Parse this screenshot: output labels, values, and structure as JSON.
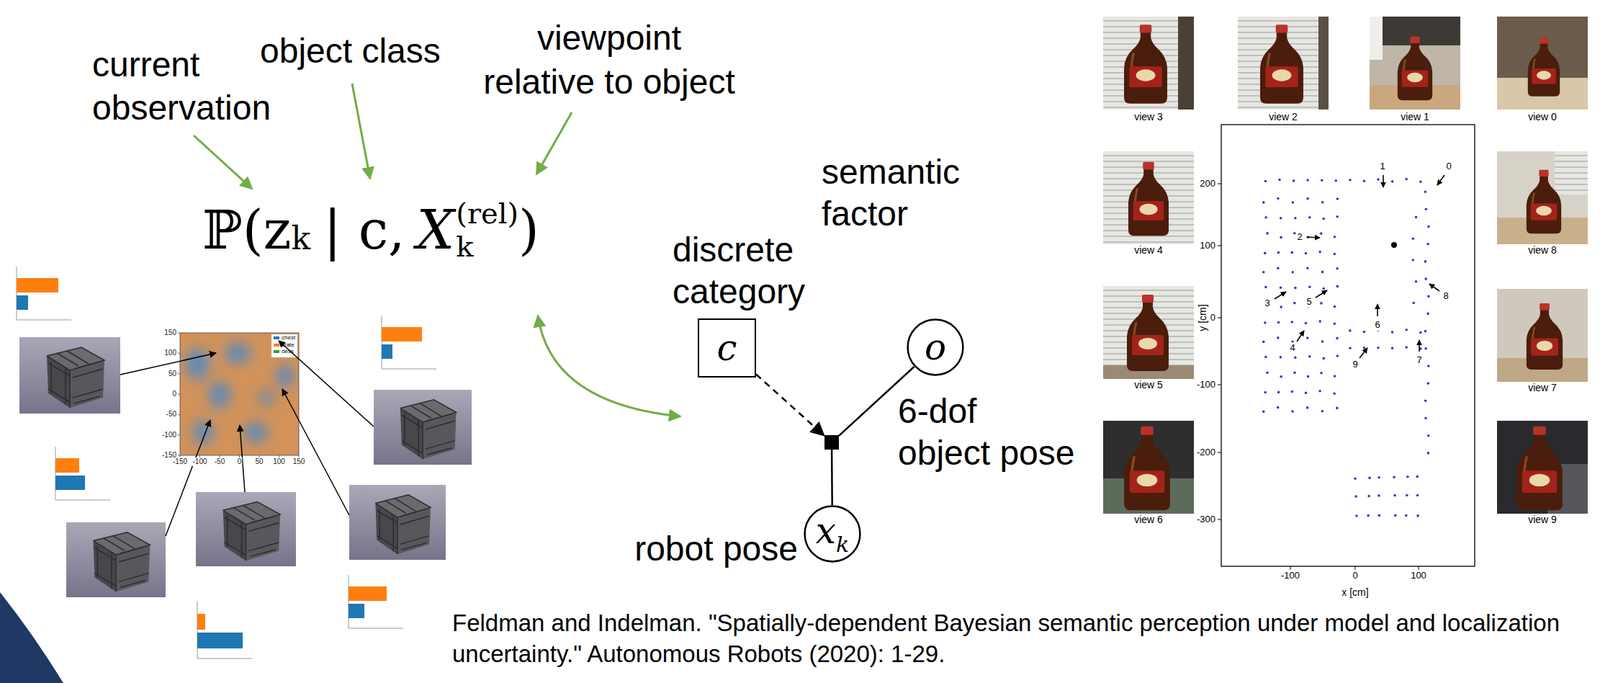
{
  "diagram": {
    "nodes": [
      {
        "text": [
          "discrete category",
          "c"
        ]
      },
      {
        "text": [
          "o",
          "6-dof object pose"
        ]
      },
      {
        "text": [
          "semantic factor"
        ]
      },
      {
        "text": [
          "robot pose",
          "x",
          "k"
        ]
      }
    ],
    "edges": [
      {
        "from": 0,
        "to": 2,
        "arrow": "to"
      },
      {
        "from": 1,
        "to": 2,
        "arrow": "none"
      },
      {
        "from": 2,
        "to": 3,
        "arrow": "none"
      }
    ],
    "labels": [
      "current observation",
      "object class",
      "viewpoint relative to object",
      "ℙ(z",
      "k",
      "| c,",
      "X",
      "(rel)",
      "k",
      ")",
      "150",
      "100",
      "50",
      "0",
      "-50",
      "-100",
      "-150",
      "-150",
      "-100",
      "-50",
      "0",
      "50",
      "100",
      "150",
      "view 3",
      "view 2",
      "view 1",
      "view 0",
      "view 4",
      "view 8",
      "view 5",
      "view 7",
      "view 6",
      "view 9",
      "200",
      "100",
      "0",
      "-100",
      "-200",
      "-300",
      "y [cm]",
      "-100",
      "0",
      "100",
      "x [cm]",
      "0",
      "1",
      "2",
      "3",
      "4",
      "5",
      "6",
      "7",
      "8",
      "9",
      "Feldman and Indelman. \"Spatially-dependent Bayesian semantic perception under model and localization uncertainty.\" Autonomous Robots (2020): 1-29."
    ],
    "legend": [
      {
        "text": "chest",
        "color": "#1f77b4"
      },
      {
        "text": "crate",
        "color": "#ff7f0e"
      },
      {
        "text": "desk",
        "color": "#2ca02c"
      }
    ]
  }
}
